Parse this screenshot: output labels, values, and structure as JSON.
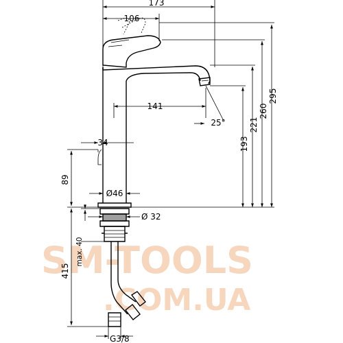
{
  "dimensions": {
    "d173": "173",
    "d106": "106",
    "d141": "141",
    "d25": "25°",
    "d34": "34",
    "d89": "89",
    "d46": "Ø46",
    "d32": "Ø 32",
    "d193": "193",
    "d221": "221",
    "d260": "260",
    "d295": "295",
    "d415": "415",
    "dmax40": "max. 40",
    "dg38": "G3/8"
  },
  "watermark": {
    "line1": "SM-TOOLS",
    "line2": ".COM.UA"
  },
  "colors": {
    "watermark": "#f2b58a",
    "lines": "#000000"
  }
}
